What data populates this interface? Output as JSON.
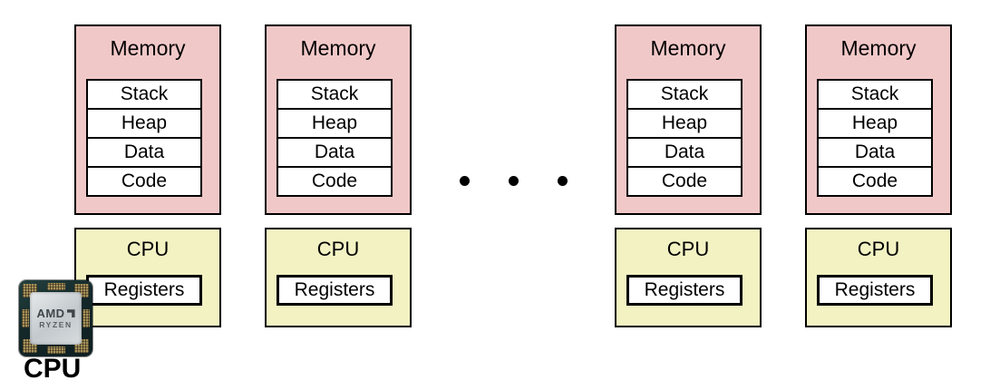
{
  "diagram": {
    "machines": [
      {
        "memory_label": "Memory",
        "segments": [
          "Stack",
          "Heap",
          "Data",
          "Code"
        ],
        "cpu_label": "CPU",
        "registers_label": "Registers"
      },
      {
        "memory_label": "Memory",
        "segments": [
          "Stack",
          "Heap",
          "Data",
          "Code"
        ],
        "cpu_label": "CPU",
        "registers_label": "Registers"
      },
      {
        "memory_label": "Memory",
        "segments": [
          "Stack",
          "Heap",
          "Data",
          "Code"
        ],
        "cpu_label": "CPU",
        "registers_label": "Registers"
      },
      {
        "memory_label": "Memory",
        "segments": [
          "Stack",
          "Heap",
          "Data",
          "Code"
        ],
        "cpu_label": "CPU",
        "registers_label": "Registers"
      }
    ],
    "ellipsis_dot_count": 3,
    "chip": {
      "brand": "AMD",
      "series": "RYZEN"
    },
    "cpu_caption": "CPU",
    "colors": {
      "memory_bg": "#f1c8c8",
      "cpu_bg": "#f2f2c3",
      "segment_bg": "#ffffff",
      "border": "#000000",
      "dot": "#000000"
    }
  }
}
